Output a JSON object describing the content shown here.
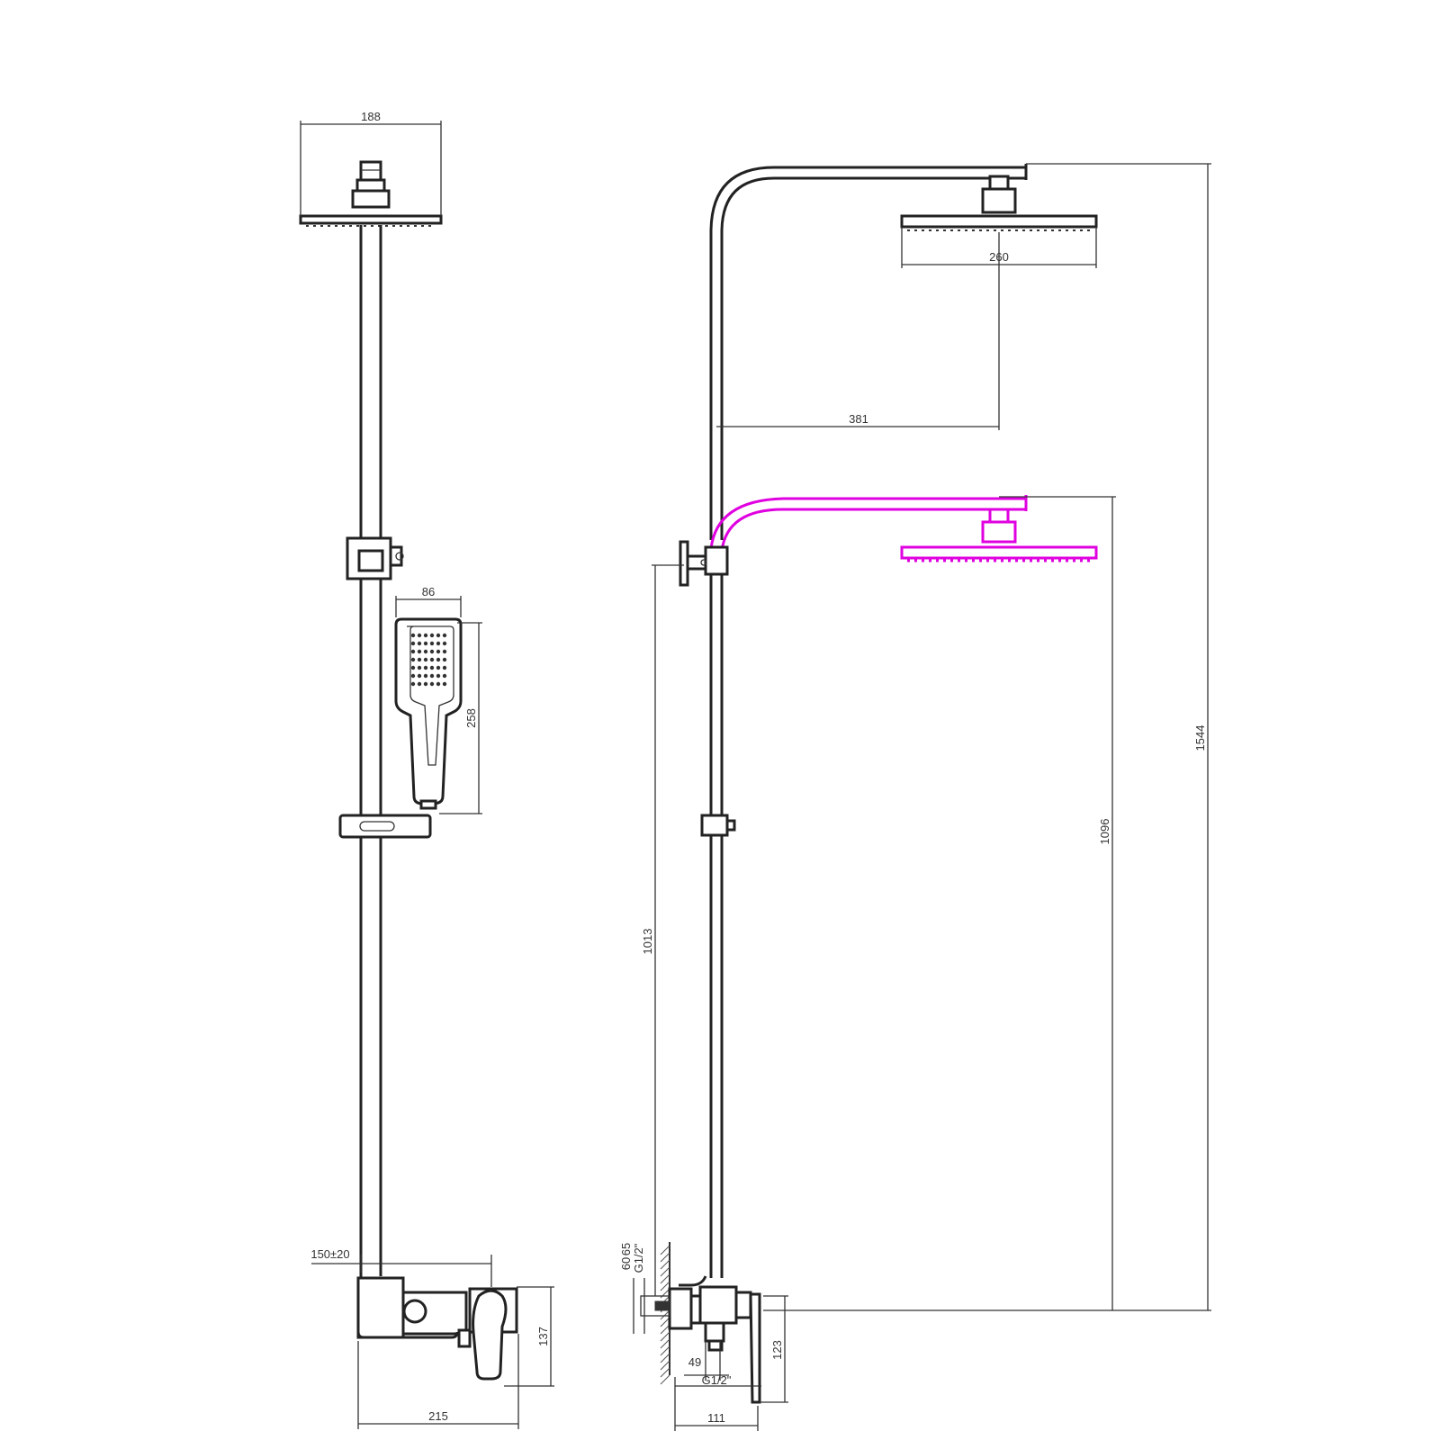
{
  "dimensions": {
    "front_head_width": "188",
    "handshower_width": "86",
    "handshower_length": "258",
    "inlet_spacing": "150±20",
    "valve_height": "137",
    "valve_width": "215",
    "side_head_width": "260",
    "arm_projection": "381",
    "total_height": "1544",
    "alt_height": "1096",
    "holder_height": "1013",
    "wall_small_1": "60",
    "wall_small_2": "65",
    "thread_1": "G1/2\"",
    "offset_49": "49",
    "thread_2": "G1/2\"",
    "base_depth": "111",
    "side_valve_height": "123"
  },
  "colors": {
    "lines": "#333333",
    "highlight": "#e000e0"
  }
}
